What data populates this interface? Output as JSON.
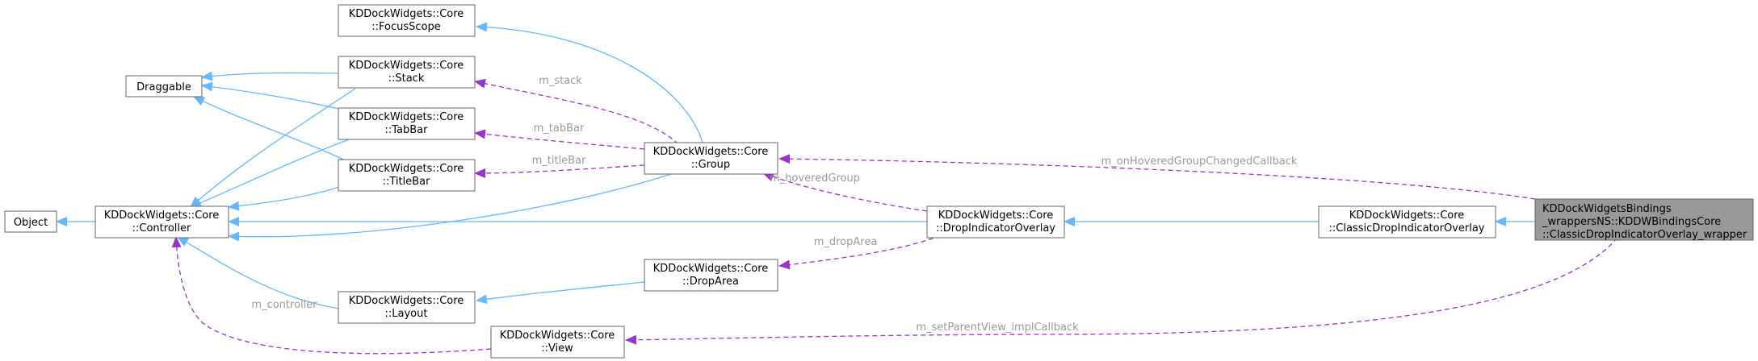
{
  "nodes": {
    "object": {
      "lines": [
        "Object"
      ]
    },
    "draggable": {
      "lines": [
        "Draggable"
      ]
    },
    "controller": {
      "lines": [
        "KDDockWidgets::Core",
        "::Controller"
      ]
    },
    "focusscope": {
      "lines": [
        "KDDockWidgets::Core",
        "::FocusScope"
      ]
    },
    "stack": {
      "lines": [
        "KDDockWidgets::Core",
        "::Stack"
      ]
    },
    "tabbar": {
      "lines": [
        "KDDockWidgets::Core",
        "::TabBar"
      ]
    },
    "titlebar": {
      "lines": [
        "KDDockWidgets::Core",
        "::TitleBar"
      ]
    },
    "layout": {
      "lines": [
        "KDDockWidgets::Core",
        "::Layout"
      ]
    },
    "view": {
      "lines": [
        "KDDockWidgets::Core",
        "::View"
      ]
    },
    "group": {
      "lines": [
        "KDDockWidgets::Core",
        "::Group"
      ]
    },
    "droparea": {
      "lines": [
        "KDDockWidgets::Core",
        "::DropArea"
      ]
    },
    "dropindicatoroverlay": {
      "lines": [
        "KDDockWidgets::Core",
        "::DropIndicatorOverlay"
      ]
    },
    "classicdropindicatoroverlay": {
      "lines": [
        "KDDockWidgets::Core",
        "::ClassicDropIndicatorOverlay"
      ]
    },
    "wrapper": {
      "lines": [
        "KDDockWidgetsBindings",
        "_wrappersNS::KDDWBindingsCore",
        "::ClassicDropIndicatorOverlay_wrapper"
      ]
    }
  },
  "edge_labels": {
    "m_stack": "m_stack",
    "m_tabBar": "m_tabBar",
    "m_titleBar": "m_titleBar",
    "m_hoveredGroup": "m_hoveredGroup",
    "m_dropArea": "m_dropArea",
    "m_controller": "m_controller",
    "m_onHoveredGroupChangedCallback": "m_onHoveredGroupChangedCallback",
    "m_setParentView_implCallback": "m_setParentView_implCallback"
  },
  "colors": {
    "inheritance": "#63b8ff",
    "usage": "#9a32cd",
    "node_fill": "#ffffff",
    "node_border": "#666666",
    "highlight_fill": "#999999",
    "label_text": "#9a9a9a"
  }
}
